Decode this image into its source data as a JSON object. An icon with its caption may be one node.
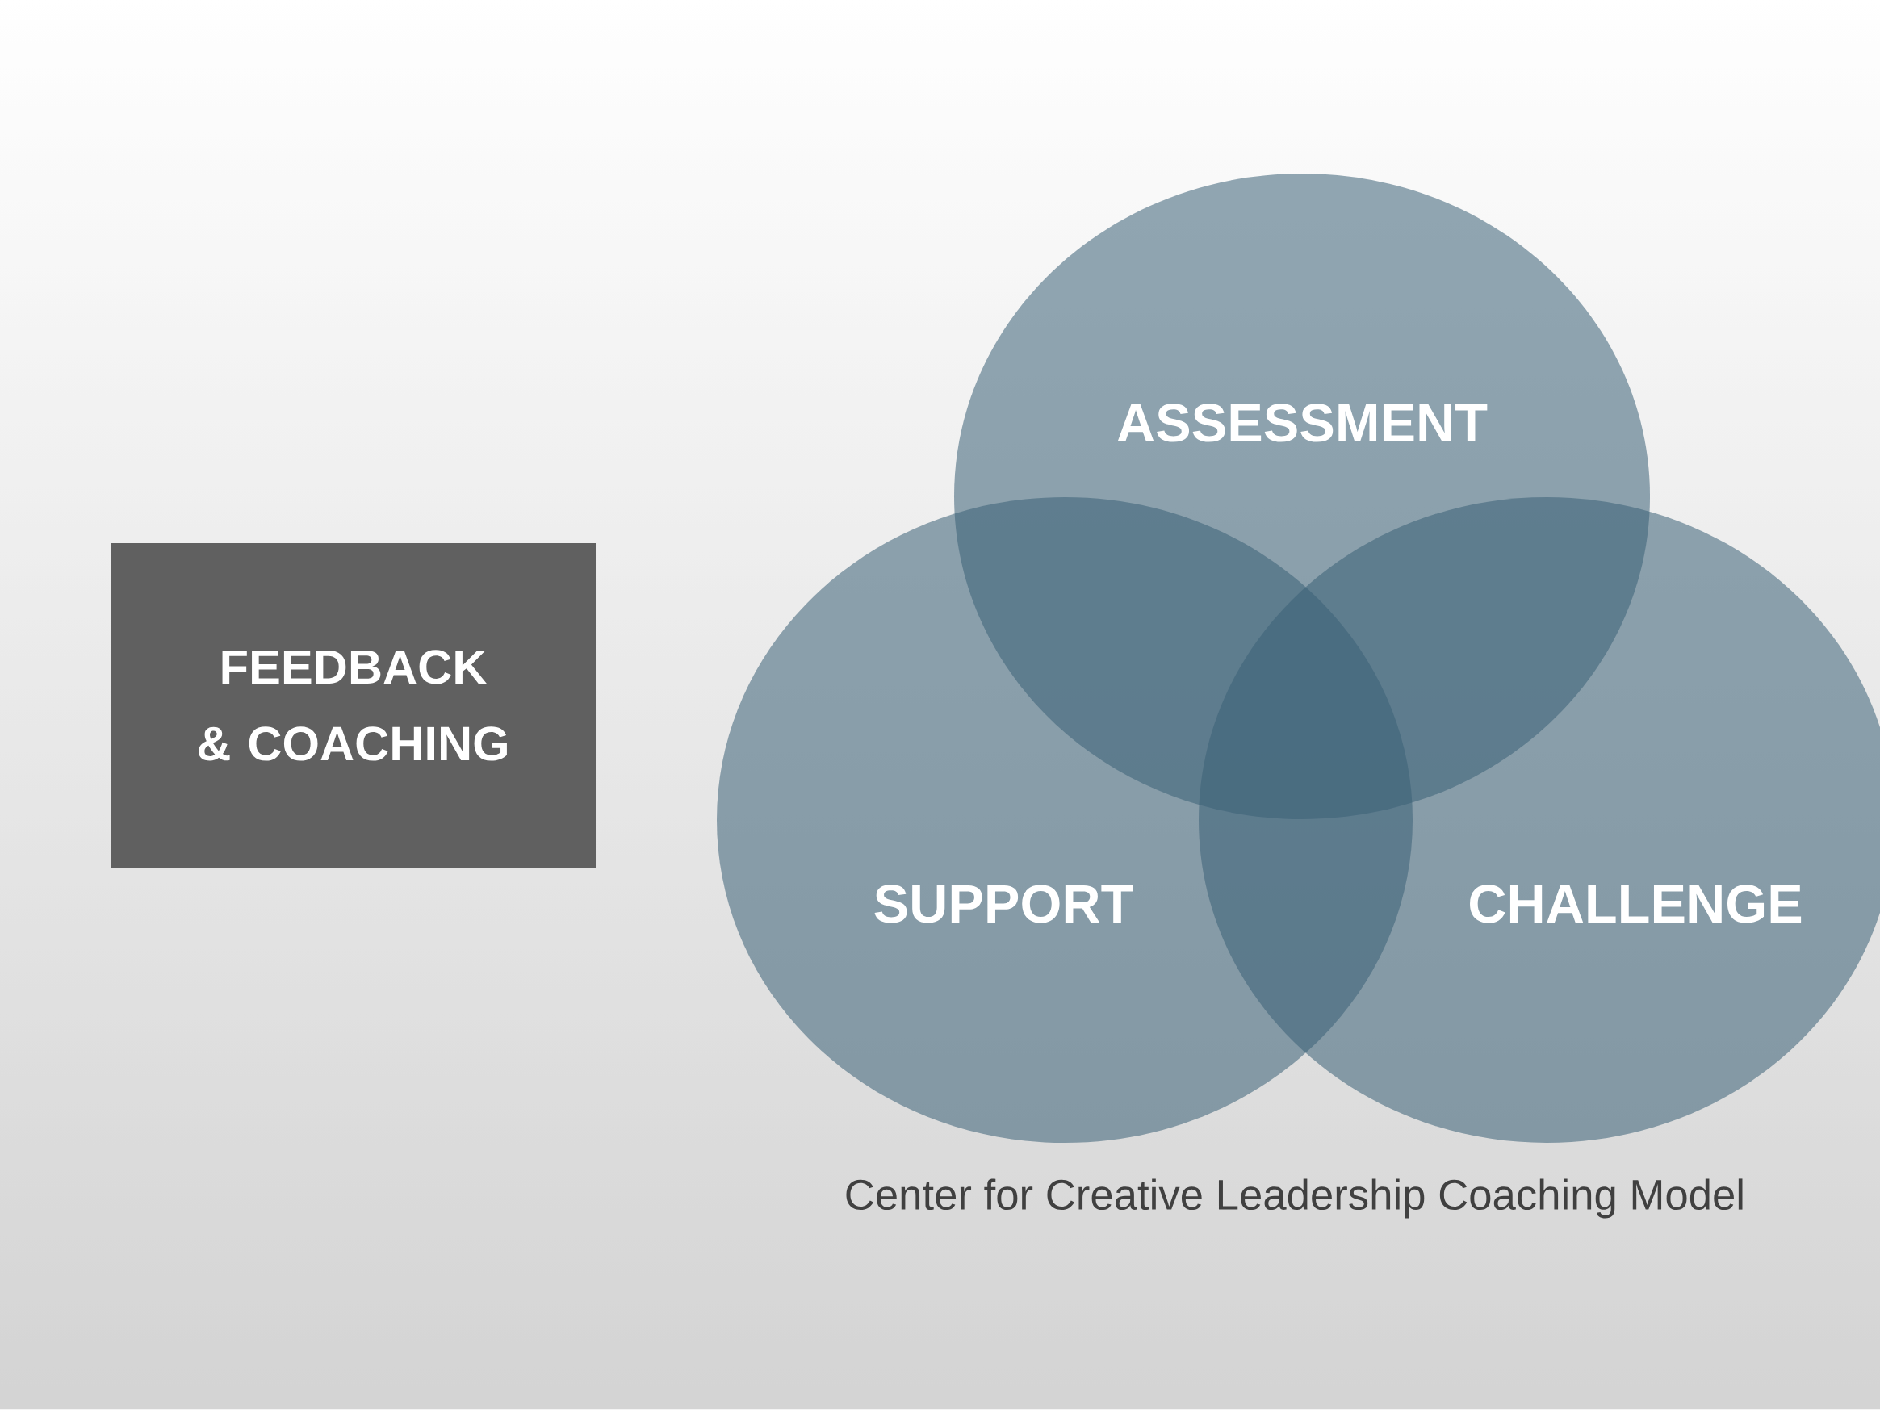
{
  "diagram": {
    "caption": "Center for Creative Leadership Coaching Model",
    "nodes": [
      {
        "text": [
          "FEEDBACK & COACHING"
        ]
      },
      {
        "text": [
          "ASSESSMENT"
        ]
      },
      {
        "text": [
          "SUPPORT"
        ]
      },
      {
        "text": [
          "CHALLENGE"
        ]
      }
    ]
  }
}
